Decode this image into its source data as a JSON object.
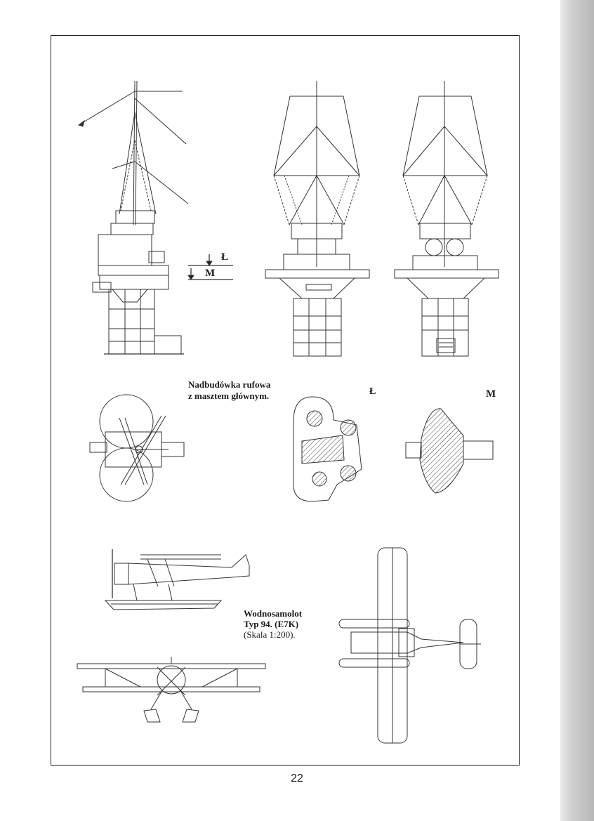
{
  "labels": {
    "marker_L": "Ł",
    "marker_M": "M",
    "view_L": "Ł",
    "view_M": "M"
  },
  "superstructure_caption": {
    "line1": "Nadbudówka rufowa",
    "line2": "z masztem głównym."
  },
  "seaplane_caption": {
    "line1": "Wodnosamolot",
    "line2": "Typ 94. (E7K)",
    "line3": "(Skala 1:200)."
  },
  "page_number": "22"
}
